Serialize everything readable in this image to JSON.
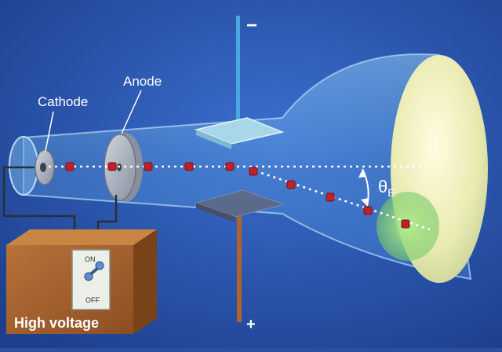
{
  "labels": {
    "cathode": "Cathode",
    "anode": "Anode",
    "minus": "−",
    "plus": "+",
    "angle_symbol": "θ",
    "angle_subscript": "E",
    "switch_on": "ON",
    "switch_off": "OFF",
    "power_supply": "High voltage"
  },
  "colors": {
    "background": "#2a4fa0",
    "beam_particle": "#c0202a",
    "screen_glow": "#eef0b0",
    "deflected_spot": "#9ee07a",
    "box": "#a35f2a",
    "upper_plate": "#a8d8e8",
    "lower_plate": "#5a6a8a",
    "rod_top": "#4aa8e0",
    "rod_bottom": "#b0622e"
  },
  "icons": [
    "switch-icon"
  ]
}
